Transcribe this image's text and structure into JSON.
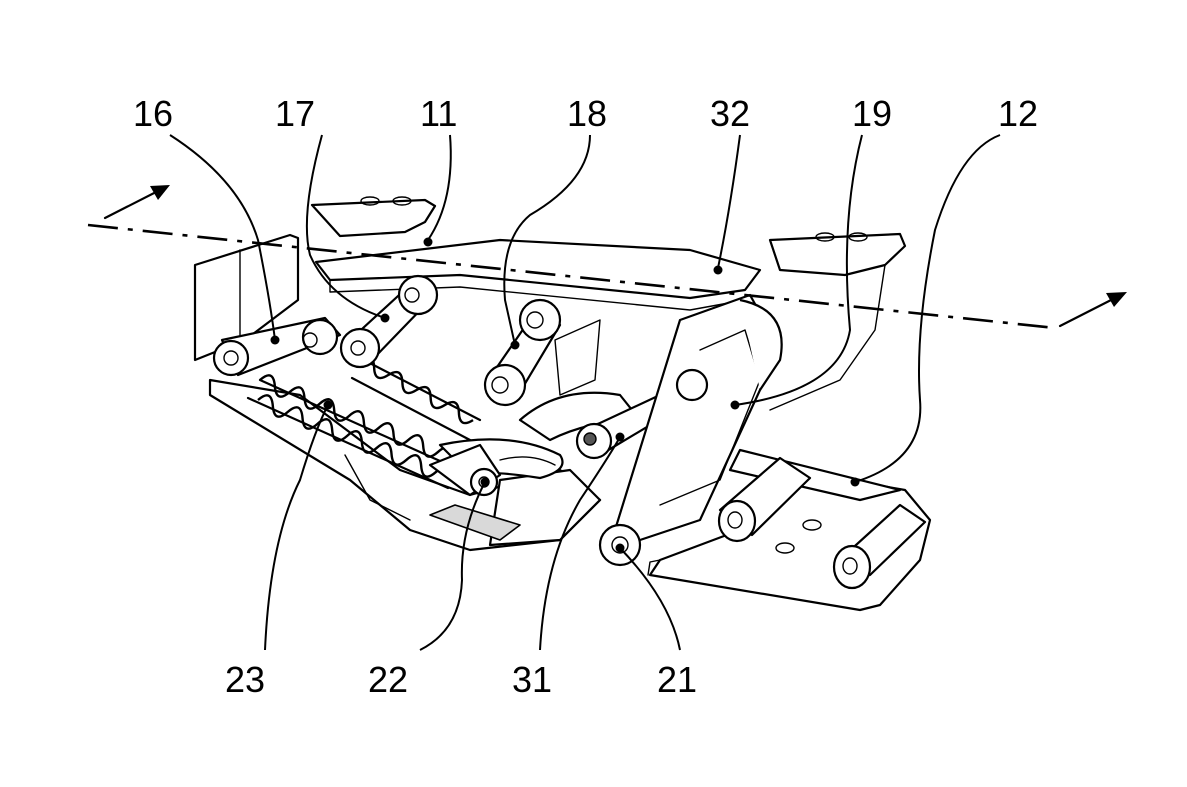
{
  "figure": {
    "labels": {
      "l16": "16",
      "l17": "17",
      "l11": "11",
      "l18": "18",
      "l32": "32",
      "l19": "19",
      "l12": "12",
      "l23": "23",
      "l22": "22",
      "l31": "31",
      "l21": "21"
    }
  }
}
